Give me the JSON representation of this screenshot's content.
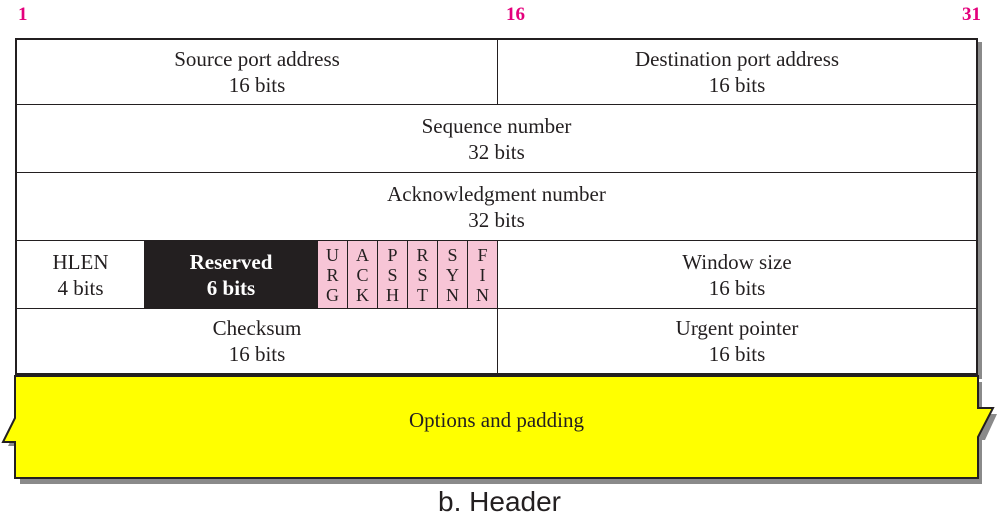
{
  "bit_markers": {
    "start": "1",
    "middle": "16",
    "end": "31"
  },
  "colors": {
    "marker": "#e4007c",
    "flags": "#f7c5d6",
    "reserved": "#231f20",
    "options": "#ffff00"
  },
  "rows": {
    "row1": {
      "source_port": {
        "name": "Source port address",
        "size": "16 bits"
      },
      "dest_port": {
        "name": "Destination port address",
        "size": "16 bits"
      }
    },
    "row2": {
      "sequence": {
        "name": "Sequence number",
        "size": "32 bits"
      }
    },
    "row3": {
      "ack": {
        "name": "Acknowledgment number",
        "size": "32 bits"
      }
    },
    "row4": {
      "hlen": {
        "name": "HLEN",
        "size": "4 bits"
      },
      "reserved": {
        "name": "Reserved",
        "size": "6 bits"
      },
      "flags": [
        {
          "l1": "U",
          "l2": "R",
          "l3": "G"
        },
        {
          "l1": "A",
          "l2": "C",
          "l3": "K"
        },
        {
          "l1": "P",
          "l2": "S",
          "l3": "H"
        },
        {
          "l1": "R",
          "l2": "S",
          "l3": "T"
        },
        {
          "l1": "S",
          "l2": "Y",
          "l3": "N"
        },
        {
          "l1": "F",
          "l2": "I",
          "l3": "N"
        }
      ],
      "window": {
        "name": "Window size",
        "size": "16 bits"
      }
    },
    "row5": {
      "checksum": {
        "name": "Checksum",
        "size": "16 bits"
      },
      "urgent": {
        "name": "Urgent pointer",
        "size": "16 bits"
      }
    }
  },
  "options": {
    "label": "Options and padding"
  },
  "caption": "b. Header"
}
